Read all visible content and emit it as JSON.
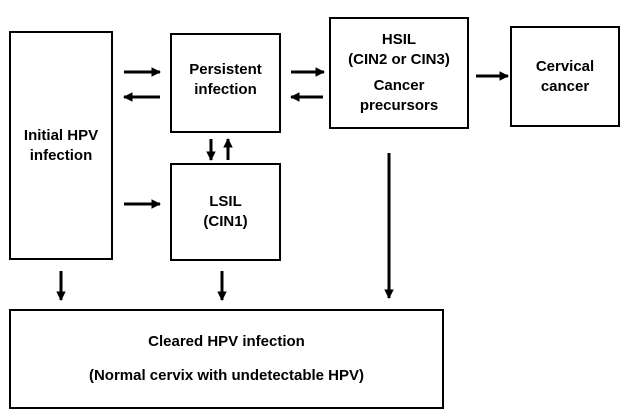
{
  "nodes": {
    "initial": {
      "lines": [
        "Initial HPV",
        "infection"
      ]
    },
    "persistent": {
      "lines": [
        "Persistent",
        "infection"
      ]
    },
    "hsil": {
      "lines": [
        "HSIL",
        "(CIN2 or CIN3)",
        "",
        "Cancer",
        "precursors"
      ]
    },
    "cervical": {
      "lines": [
        "Cervical",
        "cancer"
      ]
    },
    "lsil": {
      "lines": [
        "LSIL",
        "(CIN1)"
      ]
    },
    "cleared": {
      "lines": [
        "Cleared HPV infection",
        "",
        "(Normal cervix with undetectable HPV)"
      ]
    }
  },
  "edges": [
    {
      "from": "initial",
      "to": "persistent"
    },
    {
      "from": "persistent",
      "to": "initial"
    },
    {
      "from": "persistent",
      "to": "hsil"
    },
    {
      "from": "hsil",
      "to": "persistent"
    },
    {
      "from": "hsil",
      "to": "cervical"
    },
    {
      "from": "persistent",
      "to": "lsil"
    },
    {
      "from": "lsil",
      "to": "persistent"
    },
    {
      "from": "initial",
      "to": "lsil"
    },
    {
      "from": "initial",
      "to": "cleared"
    },
    {
      "from": "lsil",
      "to": "cleared"
    },
    {
      "from": "hsil",
      "to": "cleared"
    }
  ]
}
